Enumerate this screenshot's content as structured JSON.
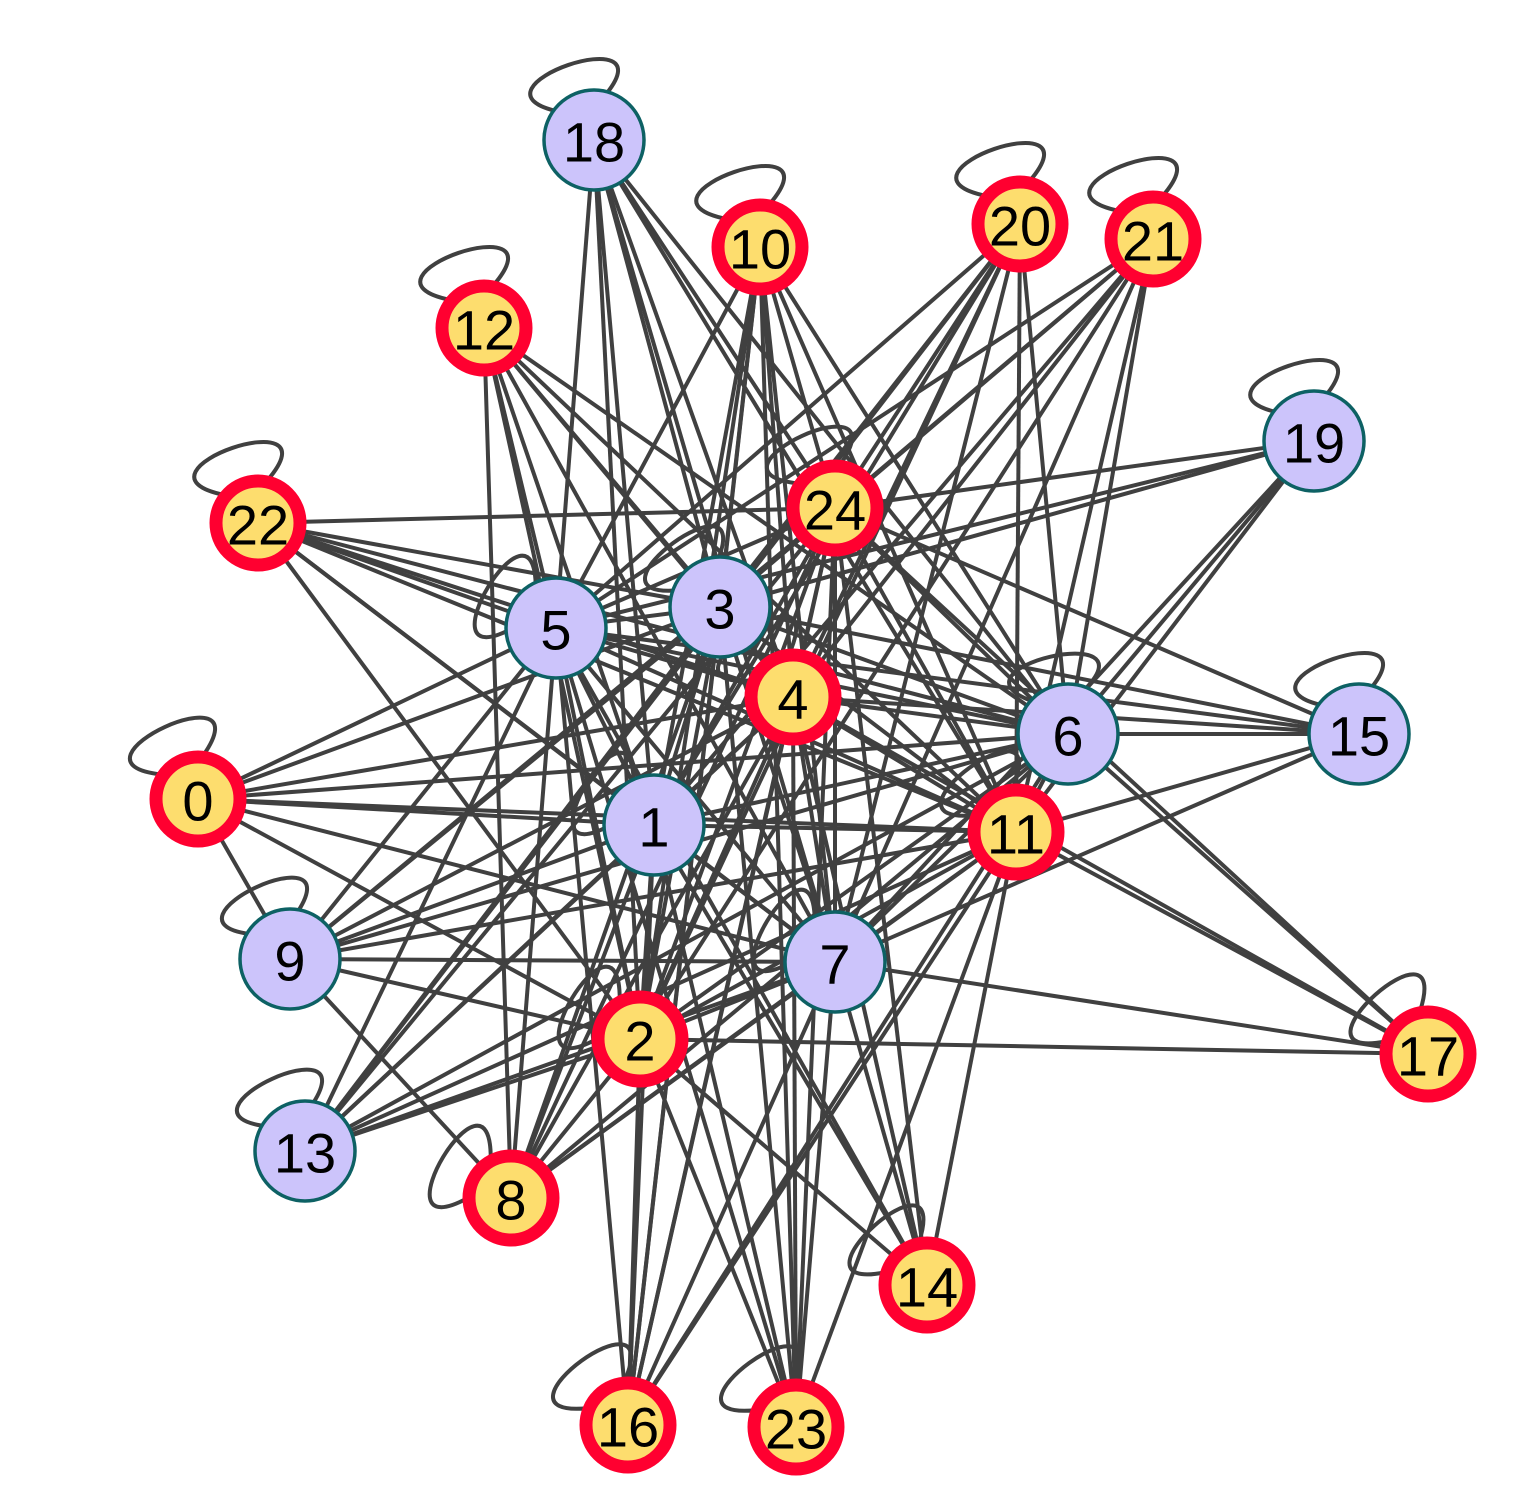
{
  "colors": {
    "background": "#ffffff",
    "edge": "#404040",
    "selected_fill": "#fddd6e",
    "selected_stroke": "#ff0030",
    "other_fill": "#ccc4fb",
    "other_stroke": "#0d6164"
  },
  "nodes": [
    {
      "id": "0",
      "group": "selected",
      "self_loop": true
    },
    {
      "id": "1",
      "group": "other",
      "self_loop": true
    },
    {
      "id": "2",
      "group": "selected",
      "self_loop": true
    },
    {
      "id": "3",
      "group": "other",
      "self_loop": true
    },
    {
      "id": "4",
      "group": "selected",
      "self_loop": true
    },
    {
      "id": "5",
      "group": "other",
      "self_loop": true
    },
    {
      "id": "6",
      "group": "other",
      "self_loop": true
    },
    {
      "id": "7",
      "group": "other",
      "self_loop": true
    },
    {
      "id": "8",
      "group": "selected",
      "self_loop": true
    },
    {
      "id": "9",
      "group": "other",
      "self_loop": true
    },
    {
      "id": "10",
      "group": "selected",
      "self_loop": true
    },
    {
      "id": "11",
      "group": "selected",
      "self_loop": true
    },
    {
      "id": "12",
      "group": "selected",
      "self_loop": true
    },
    {
      "id": "13",
      "group": "other",
      "self_loop": true
    },
    {
      "id": "14",
      "group": "selected",
      "self_loop": true
    },
    {
      "id": "15",
      "group": "other",
      "self_loop": true
    },
    {
      "id": "16",
      "group": "selected",
      "self_loop": true
    },
    {
      "id": "17",
      "group": "selected",
      "self_loop": true
    },
    {
      "id": "18",
      "group": "other",
      "self_loop": true
    },
    {
      "id": "19",
      "group": "other",
      "self_loop": true
    },
    {
      "id": "20",
      "group": "selected",
      "self_loop": true
    },
    {
      "id": "21",
      "group": "selected",
      "self_loop": true
    },
    {
      "id": "22",
      "group": "selected",
      "self_loop": true
    },
    {
      "id": "23",
      "group": "selected",
      "self_loop": true
    },
    {
      "id": "24",
      "group": "selected",
      "self_loop": true
    }
  ],
  "edges": [
    [
      "0",
      "1"
    ],
    [
      "0",
      "2"
    ],
    [
      "0",
      "3"
    ],
    [
      "0",
      "4"
    ],
    [
      "0",
      "5"
    ],
    [
      "0",
      "6"
    ],
    [
      "0",
      "7"
    ],
    [
      "0",
      "9"
    ],
    [
      "0",
      "11"
    ],
    [
      "1",
      "2"
    ],
    [
      "1",
      "3"
    ],
    [
      "1",
      "4"
    ],
    [
      "1",
      "5"
    ],
    [
      "1",
      "6"
    ],
    [
      "1",
      "7"
    ],
    [
      "1",
      "8"
    ],
    [
      "1",
      "9"
    ],
    [
      "1",
      "10"
    ],
    [
      "1",
      "11"
    ],
    [
      "1",
      "12"
    ],
    [
      "1",
      "13"
    ],
    [
      "1",
      "14"
    ],
    [
      "1",
      "16"
    ],
    [
      "1",
      "18"
    ],
    [
      "1",
      "20"
    ],
    [
      "1",
      "21"
    ],
    [
      "1",
      "22"
    ],
    [
      "1",
      "23"
    ],
    [
      "1",
      "24"
    ],
    [
      "2",
      "3"
    ],
    [
      "2",
      "4"
    ],
    [
      "2",
      "5"
    ],
    [
      "2",
      "6"
    ],
    [
      "2",
      "7"
    ],
    [
      "2",
      "8"
    ],
    [
      "2",
      "9"
    ],
    [
      "2",
      "10"
    ],
    [
      "2",
      "11"
    ],
    [
      "2",
      "12"
    ],
    [
      "2",
      "13"
    ],
    [
      "2",
      "14"
    ],
    [
      "2",
      "16"
    ],
    [
      "2",
      "17"
    ],
    [
      "2",
      "18"
    ],
    [
      "2",
      "20"
    ],
    [
      "2",
      "21"
    ],
    [
      "2",
      "22"
    ],
    [
      "2",
      "23"
    ],
    [
      "2",
      "24"
    ],
    [
      "3",
      "4"
    ],
    [
      "3",
      "5"
    ],
    [
      "3",
      "6"
    ],
    [
      "3",
      "7"
    ],
    [
      "3",
      "8"
    ],
    [
      "3",
      "9"
    ],
    [
      "3",
      "10"
    ],
    [
      "3",
      "11"
    ],
    [
      "3",
      "12"
    ],
    [
      "3",
      "13"
    ],
    [
      "3",
      "15"
    ],
    [
      "3",
      "16"
    ],
    [
      "3",
      "18"
    ],
    [
      "3",
      "19"
    ],
    [
      "3",
      "20"
    ],
    [
      "3",
      "21"
    ],
    [
      "3",
      "22"
    ],
    [
      "3",
      "23"
    ],
    [
      "3",
      "24"
    ],
    [
      "4",
      "5"
    ],
    [
      "4",
      "6"
    ],
    [
      "4",
      "7"
    ],
    [
      "4",
      "8"
    ],
    [
      "4",
      "9"
    ],
    [
      "4",
      "10"
    ],
    [
      "4",
      "11"
    ],
    [
      "4",
      "12"
    ],
    [
      "4",
      "13"
    ],
    [
      "4",
      "14"
    ],
    [
      "4",
      "15"
    ],
    [
      "4",
      "16"
    ],
    [
      "4",
      "17"
    ],
    [
      "4",
      "18"
    ],
    [
      "4",
      "20"
    ],
    [
      "4",
      "21"
    ],
    [
      "4",
      "22"
    ],
    [
      "4",
      "23"
    ],
    [
      "4",
      "24"
    ],
    [
      "5",
      "6"
    ],
    [
      "5",
      "7"
    ],
    [
      "5",
      "8"
    ],
    [
      "5",
      "9"
    ],
    [
      "5",
      "10"
    ],
    [
      "5",
      "11"
    ],
    [
      "5",
      "12"
    ],
    [
      "5",
      "13"
    ],
    [
      "5",
      "14"
    ],
    [
      "5",
      "15"
    ],
    [
      "5",
      "16"
    ],
    [
      "5",
      "18"
    ],
    [
      "5",
      "19"
    ],
    [
      "5",
      "20"
    ],
    [
      "5",
      "21"
    ],
    [
      "5",
      "22"
    ],
    [
      "5",
      "23"
    ],
    [
      "5",
      "24"
    ],
    [
      "6",
      "7"
    ],
    [
      "6",
      "8"
    ],
    [
      "6",
      "9"
    ],
    [
      "6",
      "10"
    ],
    [
      "6",
      "11"
    ],
    [
      "6",
      "12"
    ],
    [
      "6",
      "13"
    ],
    [
      "6",
      "15"
    ],
    [
      "6",
      "16"
    ],
    [
      "6",
      "17"
    ],
    [
      "6",
      "18"
    ],
    [
      "6",
      "19"
    ],
    [
      "6",
      "20"
    ],
    [
      "6",
      "21"
    ],
    [
      "6",
      "22"
    ],
    [
      "6",
      "24"
    ],
    [
      "7",
      "8"
    ],
    [
      "7",
      "9"
    ],
    [
      "7",
      "10"
    ],
    [
      "7",
      "11"
    ],
    [
      "7",
      "12"
    ],
    [
      "7",
      "13"
    ],
    [
      "7",
      "14"
    ],
    [
      "7",
      "15"
    ],
    [
      "7",
      "16"
    ],
    [
      "7",
      "17"
    ],
    [
      "7",
      "18"
    ],
    [
      "7",
      "19"
    ],
    [
      "7",
      "20"
    ],
    [
      "7",
      "21"
    ],
    [
      "7",
      "22"
    ],
    [
      "7",
      "23"
    ],
    [
      "7",
      "24"
    ],
    [
      "8",
      "9"
    ],
    [
      "8",
      "11"
    ],
    [
      "8",
      "12"
    ],
    [
      "8",
      "24"
    ],
    [
      "9",
      "11"
    ],
    [
      "9",
      "24"
    ],
    [
      "10",
      "11"
    ],
    [
      "10",
      "16"
    ],
    [
      "10",
      "23"
    ],
    [
      "10",
      "24"
    ],
    [
      "11",
      "12"
    ],
    [
      "11",
      "13"
    ],
    [
      "11",
      "14"
    ],
    [
      "11",
      "15"
    ],
    [
      "11",
      "16"
    ],
    [
      "11",
      "17"
    ],
    [
      "11",
      "18"
    ],
    [
      "11",
      "19"
    ],
    [
      "11",
      "20"
    ],
    [
      "11",
      "21"
    ],
    [
      "11",
      "22"
    ],
    [
      "11",
      "23"
    ],
    [
      "11",
      "24"
    ],
    [
      "13",
      "20"
    ],
    [
      "13",
      "24"
    ],
    [
      "14",
      "24"
    ],
    [
      "15",
      "24"
    ],
    [
      "16",
      "24"
    ],
    [
      "17",
      "24"
    ],
    [
      "18",
      "24"
    ],
    [
      "19",
      "24"
    ],
    [
      "20",
      "24"
    ],
    [
      "21",
      "24"
    ],
    [
      "22",
      "24"
    ],
    [
      "23",
      "24"
    ]
  ]
}
